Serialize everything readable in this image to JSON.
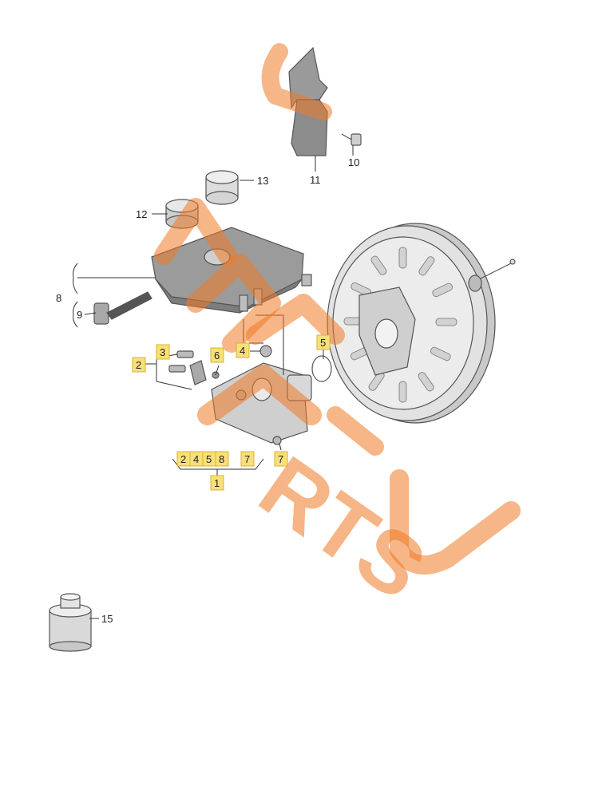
{
  "diagram": {
    "callouts": [
      {
        "id": "c1",
        "text": "1",
        "highlight": true
      },
      {
        "id": "c2",
        "text": "2",
        "highlight": true
      },
      {
        "id": "c2b",
        "text": "2",
        "highlight": true
      },
      {
        "id": "c3",
        "text": "3",
        "highlight": true
      },
      {
        "id": "c4",
        "text": "4",
        "highlight": true
      },
      {
        "id": "c4b",
        "text": "4",
        "highlight": true
      },
      {
        "id": "c5",
        "text": "5",
        "highlight": true
      },
      {
        "id": "c5b",
        "text": "5",
        "highlight": true
      },
      {
        "id": "c6",
        "text": "6",
        "highlight": true
      },
      {
        "id": "c7",
        "text": "7",
        "highlight": true
      },
      {
        "id": "c7b",
        "text": "7",
        "highlight": true
      },
      {
        "id": "c8",
        "text": "8",
        "highlight": false
      },
      {
        "id": "c8b",
        "text": "8",
        "highlight": true
      },
      {
        "id": "c9",
        "text": "9",
        "highlight": false
      },
      {
        "id": "c10",
        "text": "10",
        "highlight": false
      },
      {
        "id": "c11",
        "text": "11",
        "highlight": false
      },
      {
        "id": "c12",
        "text": "12",
        "highlight": false
      },
      {
        "id": "c13",
        "text": "13",
        "highlight": false
      },
      {
        "id": "c15",
        "text": "15",
        "highlight": false
      }
    ]
  },
  "watermark": {
    "text": "RTS",
    "color": "#f07a24"
  },
  "colors": {
    "highlight_fill": "#f7e07a",
    "line": "#333333",
    "part_fill": "#e6e6e6"
  }
}
